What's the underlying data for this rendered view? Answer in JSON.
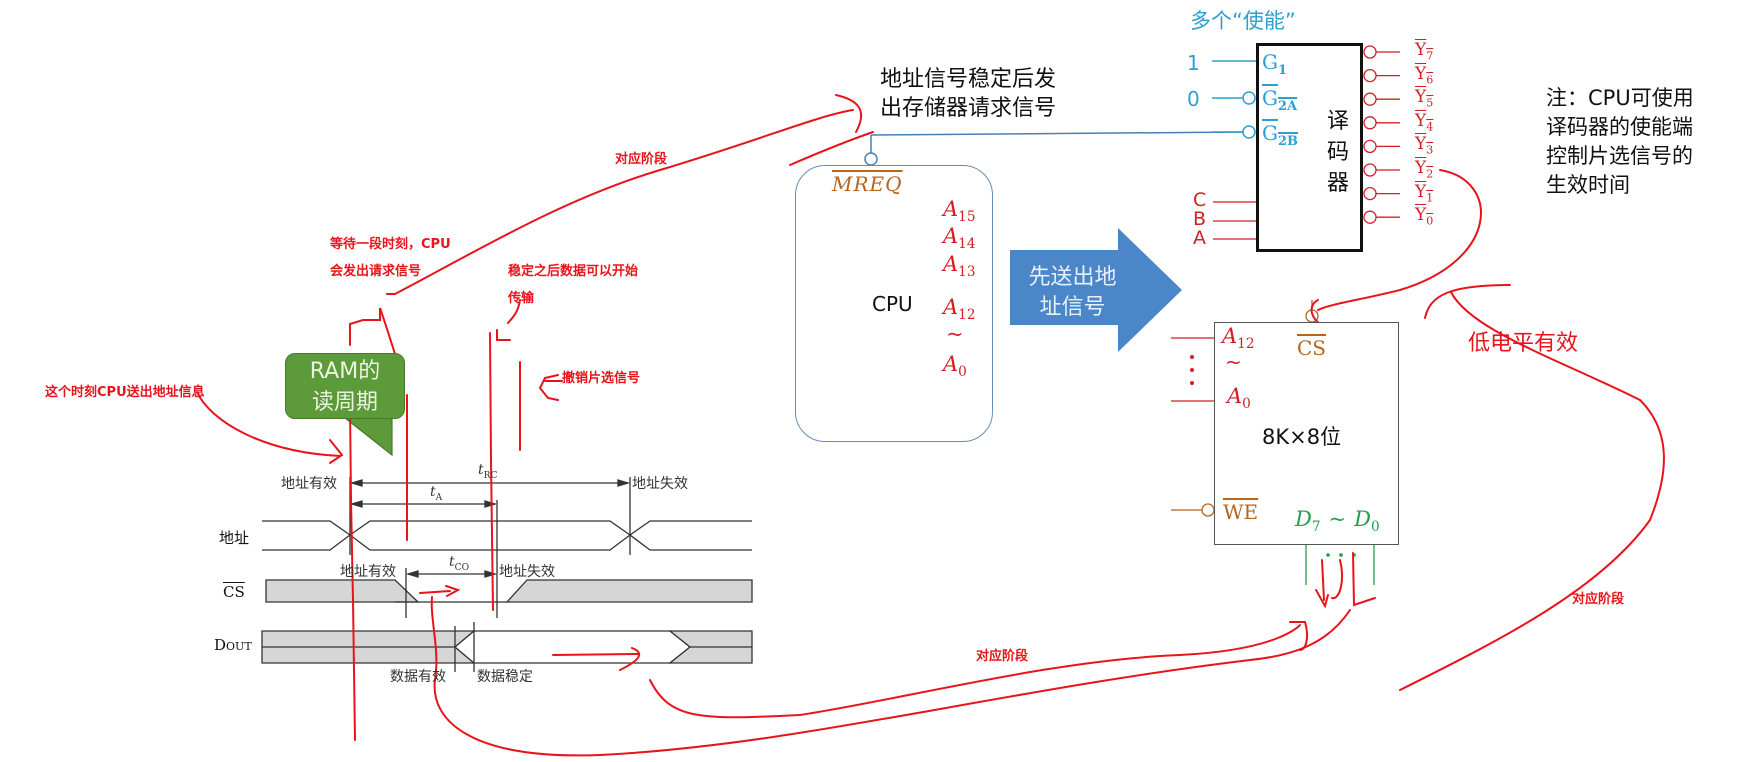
{
  "annotations": {
    "cpu_sends_address": "这个时刻CPU送出地址信息",
    "wait_line1": "等待一段时刻，CPU",
    "wait_line2": "会发出请求信号",
    "stable_line1": "稳定之后数据可以开始",
    "stable_line2": "传输",
    "cancel_cs": "撤销片选信号",
    "corresponding_top": "对应阶段",
    "corresponding_bottom": "对应阶段",
    "corresponding_right": "对应阶段",
    "low_level_active": "低电平有效"
  },
  "callout": {
    "line1": "RAM的",
    "line2": "读周期"
  },
  "timing": {
    "row_address": "地址",
    "row_cs": "CS",
    "row_dout_main": "D",
    "row_dout_sub": "OUT",
    "addr_valid_top": "地址有效",
    "addr_invalid_top": "地址失效",
    "t_rc": "t",
    "t_rc_sub": "RC",
    "t_a": "t",
    "t_a_sub": "A",
    "t_co": "t",
    "t_co_sub": "CO",
    "addr_valid_cs": "地址有效",
    "addr_invalid_cs": "地址失效",
    "data_valid": "数据有效",
    "data_stable": "数据稳定"
  },
  "cpu": {
    "label": "CPU",
    "mreq": "MREQ",
    "pins": [
      "A",
      "A",
      "A",
      "A",
      "~",
      "A"
    ],
    "pin_subs": [
      "15",
      "14",
      "13",
      "12",
      "",
      "0"
    ],
    "note_line1": "地址信号稳定后发",
    "note_line2": "出存储器请求信号"
  },
  "send_arrow": {
    "line1": "先送出地",
    "line2": "址信号"
  },
  "decoder": {
    "title_chars": [
      "译",
      "码",
      "器"
    ],
    "enable_heading": "多个“使能”",
    "enable_inputs": [
      {
        "value": "1",
        "name": "G",
        "sub": "1",
        "inverted": false
      },
      {
        "value": "0",
        "name": "G",
        "sub": "2A",
        "inverted": true
      },
      {
        "value": "",
        "name": "G",
        "sub": "2B",
        "inverted": true
      }
    ],
    "select_inputs": [
      "C",
      "B",
      "A"
    ],
    "outputs": [
      "7",
      "6",
      "5",
      "4",
      "3",
      "2",
      "1",
      "0"
    ],
    "output_prefix": "Y"
  },
  "ram": {
    "label": "8K×8位",
    "addr_top": "A",
    "addr_top_sub": "12",
    "addr_tilde": "~",
    "addr_bottom": "A",
    "addr_bottom_sub": "0",
    "cs": "CS",
    "we": "WE",
    "data": "D",
    "data_hi_sub": "7",
    "data_tilde": "~",
    "data_lo_sub": "0"
  },
  "note": {
    "line1": "注：CPU可使用",
    "line2": "译码器的使能端",
    "line3": "控制片选信号的",
    "line4": "生效时间"
  },
  "colors": {
    "annotation_red": "#e8141b",
    "pin_red": "#d21f26",
    "enable_blue": "#2e9fd3",
    "signal_brown": "#b5651d",
    "data_green": "#22a04b",
    "callout_green": "#5d9a3a",
    "arrow_blue": "#4a86c8",
    "timing_gray": "#d6d6d6"
  }
}
